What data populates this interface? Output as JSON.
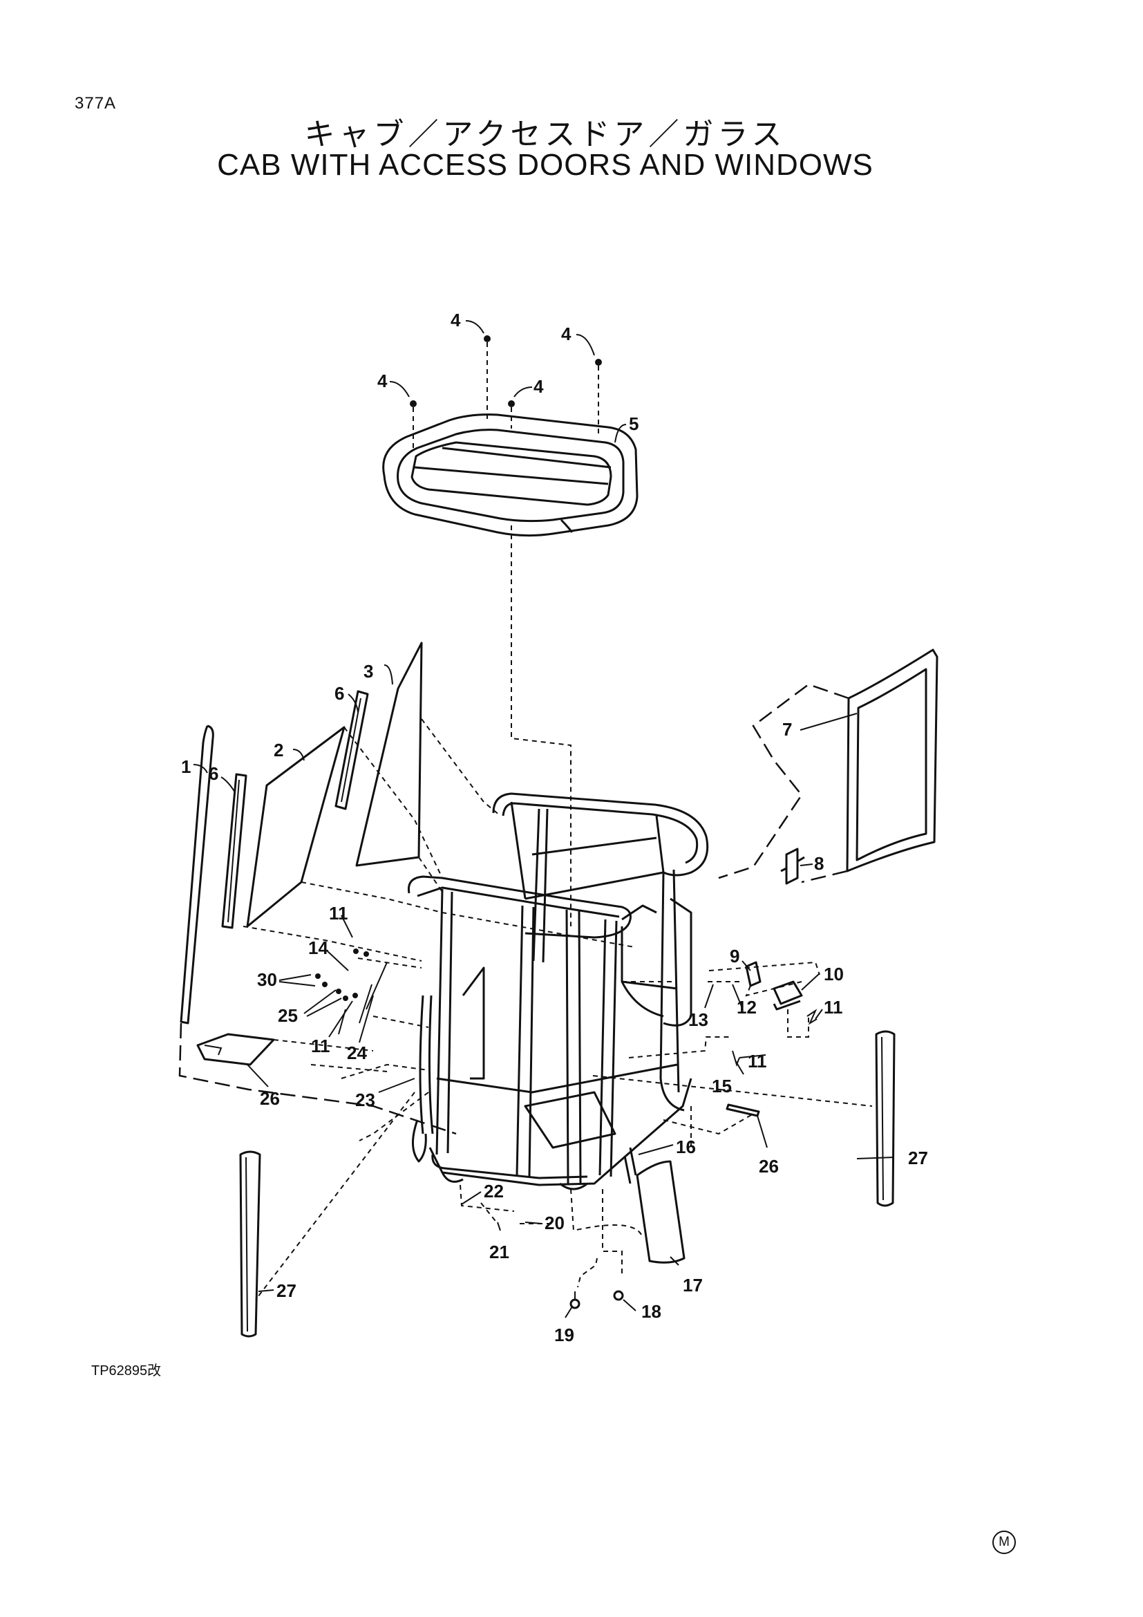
{
  "page_code": "377A",
  "title_jp": "キャブ／アクセスドア／ガラス",
  "title_en": "CAB WITH ACCESS DOORS AND WINDOWS",
  "drawing_ref": "TP62895改",
  "corner_mark": "M",
  "callouts": [
    "4",
    "4",
    "4",
    "4",
    "5",
    "3",
    "6",
    "2",
    "6",
    "1",
    "7",
    "8",
    "11",
    "14",
    "30",
    "25",
    "11",
    "24",
    "26",
    "23",
    "9",
    "10",
    "13",
    "12",
    "11",
    "11",
    "15",
    "16",
    "26",
    "27",
    "22",
    "20",
    "21",
    "27",
    "17",
    "18",
    "19"
  ]
}
